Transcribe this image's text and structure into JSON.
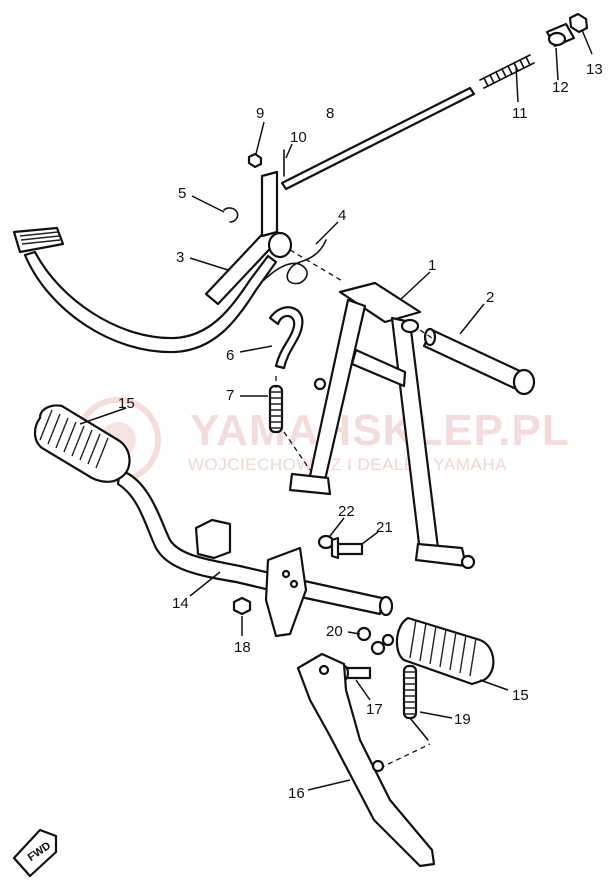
{
  "watermark": {
    "title": "YAMAHSKLEP.PL",
    "subtitle": "WOJCIECHOWICZ I DEALER YAMAHA",
    "color": "#e6b3b3"
  },
  "direction_marker": {
    "text": "FWD"
  },
  "callouts": [
    {
      "id": "1",
      "label": "1"
    },
    {
      "id": "2",
      "label": "2"
    },
    {
      "id": "3",
      "label": "3"
    },
    {
      "id": "4",
      "label": "4"
    },
    {
      "id": "5",
      "label": "5"
    },
    {
      "id": "6",
      "label": "6"
    },
    {
      "id": "7",
      "label": "7"
    },
    {
      "id": "8",
      "label": "8"
    },
    {
      "id": "9",
      "label": "9"
    },
    {
      "id": "10",
      "label": "10"
    },
    {
      "id": "11",
      "label": "11"
    },
    {
      "id": "12",
      "label": "12"
    },
    {
      "id": "13",
      "label": "13"
    },
    {
      "id": "14",
      "label": "14"
    },
    {
      "id": "15a",
      "label": "15"
    },
    {
      "id": "15b",
      "label": "15"
    },
    {
      "id": "16",
      "label": "16"
    },
    {
      "id": "17",
      "label": "17"
    },
    {
      "id": "18",
      "label": "18"
    },
    {
      "id": "19",
      "label": "19"
    },
    {
      "id": "20",
      "label": "20"
    },
    {
      "id": "21",
      "label": "21"
    },
    {
      "id": "22",
      "label": "22"
    }
  ]
}
